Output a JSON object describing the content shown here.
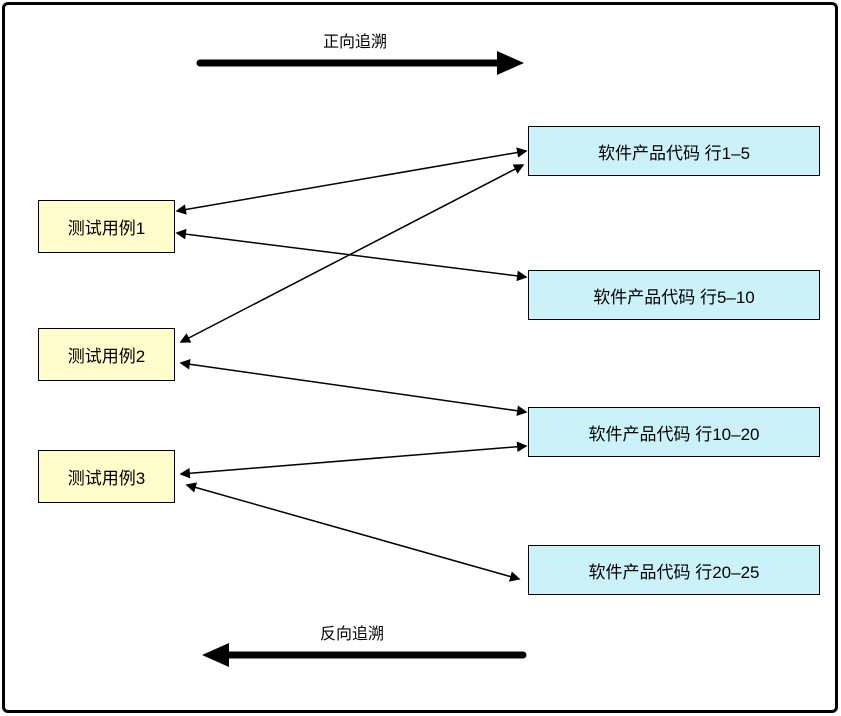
{
  "diagram": {
    "forward_arrow_label": "正向追溯",
    "backward_arrow_label": "反向追溯",
    "test_cases": [
      {
        "id": "tc1",
        "label": "测试用例1"
      },
      {
        "id": "tc2",
        "label": "测试用例2"
      },
      {
        "id": "tc3",
        "label": "测试用例3"
      }
    ],
    "code_blocks": [
      {
        "id": "code1",
        "label": "软件产品代码 行1–5"
      },
      {
        "id": "code2",
        "label": "软件产品代码 行5–10"
      },
      {
        "id": "code3",
        "label": "软件产品代码 行10–20"
      },
      {
        "id": "code4",
        "label": "软件产品代码 行20–25"
      }
    ],
    "edges": [
      {
        "from": "tc1",
        "to": "code1",
        "bidirectional": true
      },
      {
        "from": "tc1",
        "to": "code2",
        "bidirectional": true
      },
      {
        "from": "tc2",
        "to": "code1",
        "bidirectional": true
      },
      {
        "from": "tc2",
        "to": "code3",
        "bidirectional": true
      },
      {
        "from": "tc3",
        "to": "code3",
        "bidirectional": true
      },
      {
        "from": "tc3",
        "to": "code4",
        "bidirectional": true
      }
    ],
    "colors": {
      "test_case_fill": "#fffdcc",
      "code_block_fill": "#ccf2f9",
      "line": "#000000"
    }
  }
}
